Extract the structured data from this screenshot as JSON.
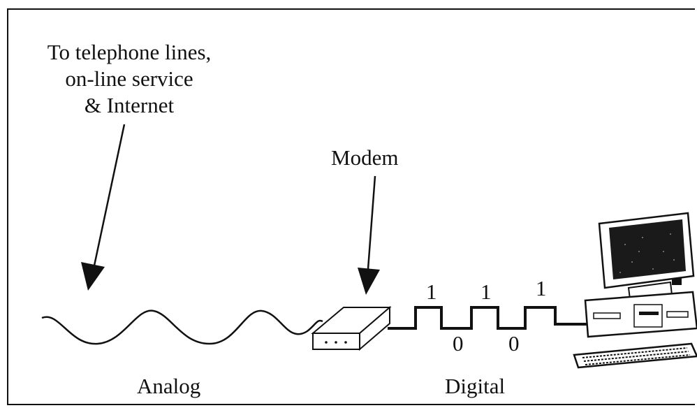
{
  "labels": {
    "destination": [
      "To telephone lines,",
      "on-line service",
      "& Internet"
    ],
    "modem": "Modem",
    "analog": "Analog",
    "digital": "Digital"
  },
  "bits": [
    {
      "value": "1"
    },
    {
      "value": "0"
    },
    {
      "value": "1"
    },
    {
      "value": "0"
    },
    {
      "value": "1"
    }
  ]
}
